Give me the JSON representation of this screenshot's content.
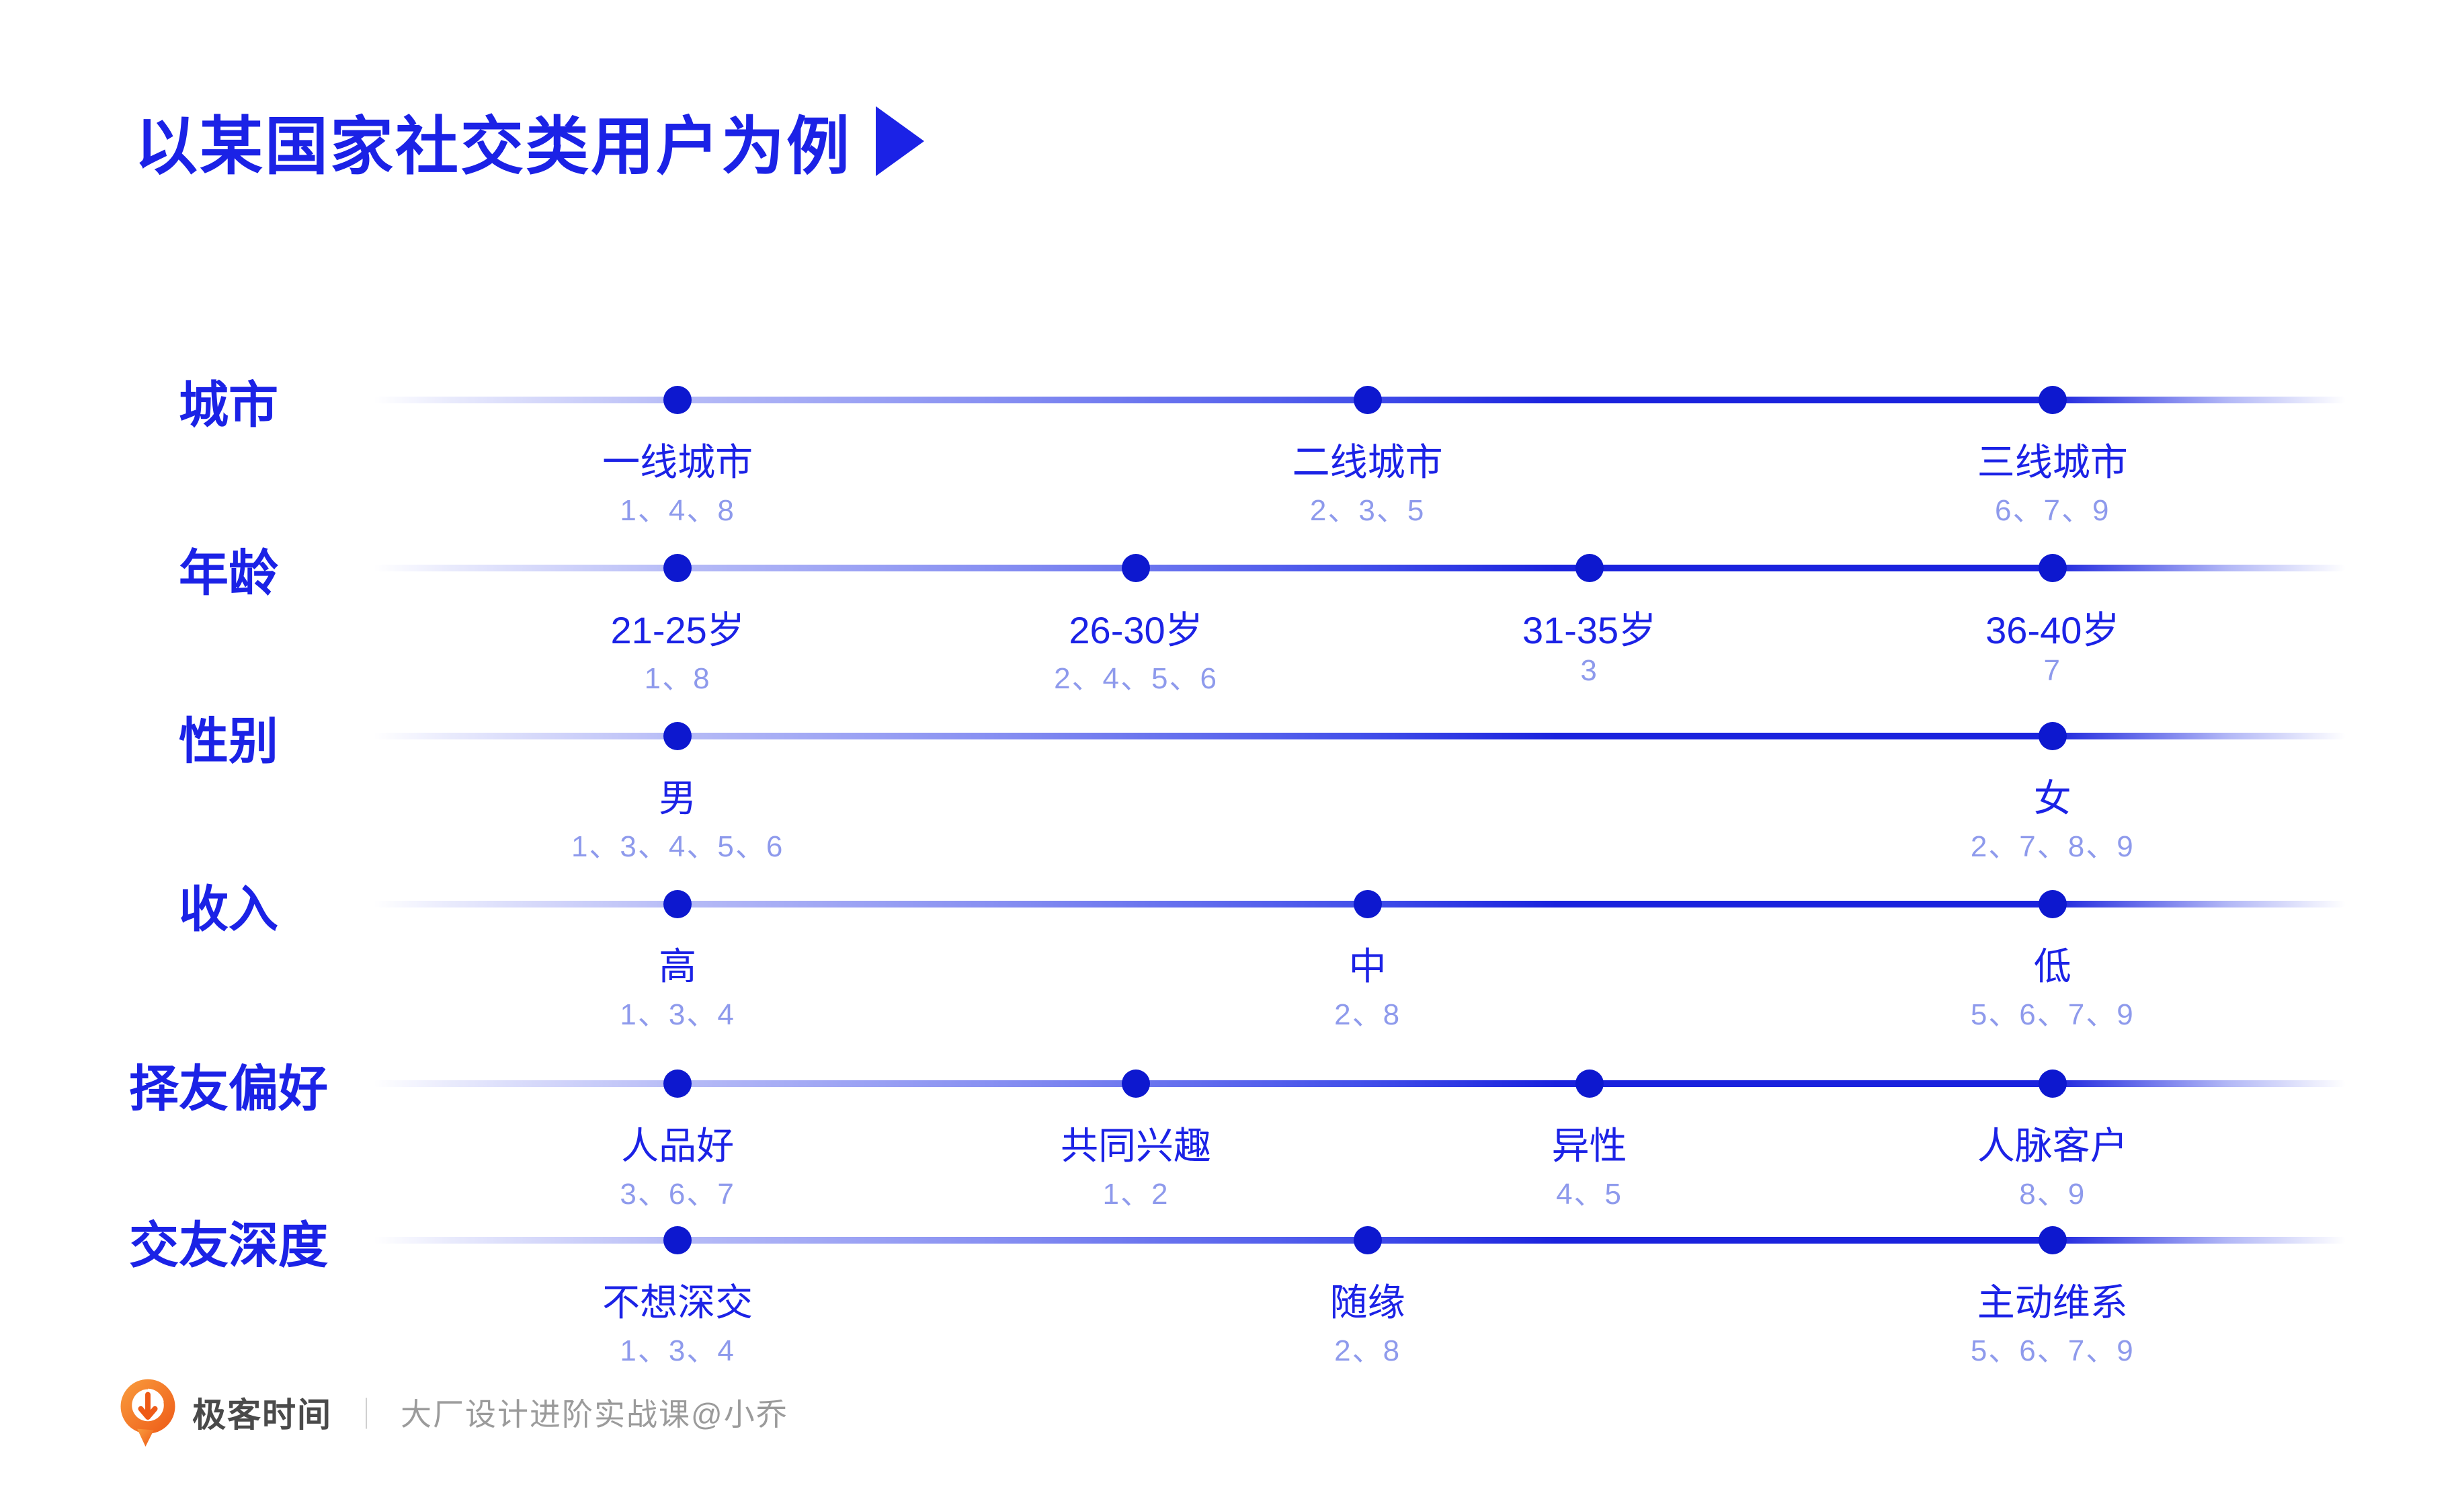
{
  "colors": {
    "primary_blue": "#1b22e6",
    "dot_blue": "#0d18cf",
    "line_blue": "#1a22dd",
    "ids_light_blue": "#8e9aec",
    "footer_brand_gray": "#4a4a4a",
    "footer_course_gray": "#9b9b9b",
    "logo_orange": "#f0641e"
  },
  "title": {
    "text": "以某国家社交类用户为例",
    "arrow_icon": "play-triangle"
  },
  "rows": [
    {
      "label": "城市",
      "points": [
        {
          "x_pct": 27.5,
          "name": "一线城市",
          "ids": "1、4、8"
        },
        {
          "x_pct": 55.5,
          "name": "二线城市",
          "ids": "2、3、5"
        },
        {
          "x_pct": 83.3,
          "name": "三线城市",
          "ids": "6、7、9"
        }
      ]
    },
    {
      "label": "年龄",
      "points": [
        {
          "x_pct": 27.5,
          "name": "21-25岁",
          "ids": "1、8"
        },
        {
          "x_pct": 46.1,
          "name": "26-30岁",
          "ids": "2、4、5、6"
        },
        {
          "x_pct": 64.5,
          "name": "31-35岁",
          "ids": "3"
        },
        {
          "x_pct": 83.3,
          "name": "36-40岁",
          "ids": "7"
        }
      ]
    },
    {
      "label": "性别",
      "points": [
        {
          "x_pct": 27.5,
          "name": "男",
          "ids": "1、3、4、5、6"
        },
        {
          "x_pct": 83.3,
          "name": "女",
          "ids": "2、7、8、9"
        }
      ]
    },
    {
      "label": "收入",
      "points": [
        {
          "x_pct": 27.5,
          "name": "高",
          "ids": "1、3、4"
        },
        {
          "x_pct": 55.5,
          "name": "中",
          "ids": "2、8"
        },
        {
          "x_pct": 83.3,
          "name": "低",
          "ids": "5、6、7、9"
        }
      ]
    },
    {
      "label": "择友偏好",
      "points": [
        {
          "x_pct": 27.5,
          "name": "人品好",
          "ids": "3、6、7"
        },
        {
          "x_pct": 46.1,
          "name": "共同兴趣",
          "ids": "1、2"
        },
        {
          "x_pct": 64.5,
          "name": "异性",
          "ids": "4、5"
        },
        {
          "x_pct": 83.3,
          "name": "人脉客户",
          "ids": "8、9"
        }
      ]
    },
    {
      "label": "交友深度",
      "points": [
        {
          "x_pct": 27.5,
          "name": "不想深交",
          "ids": "1、3、4"
        },
        {
          "x_pct": 55.5,
          "name": "随缘",
          "ids": "2、8"
        },
        {
          "x_pct": 83.3,
          "name": "主动维系",
          "ids": "5、6、7、9"
        }
      ]
    }
  ],
  "footer": {
    "brand": "极客时间",
    "divider": "｜",
    "course": "大厂设计进阶实战课@小乔"
  }
}
